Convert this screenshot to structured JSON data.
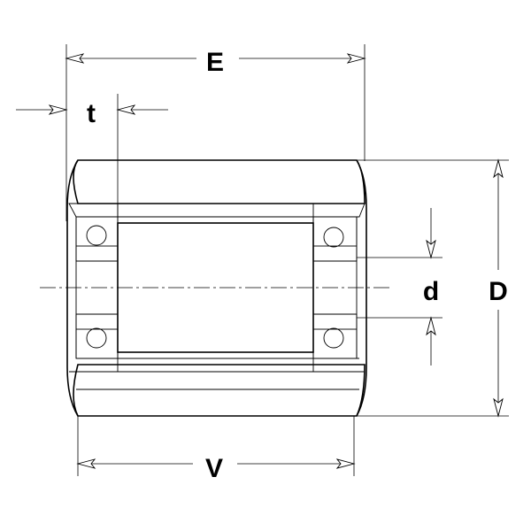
{
  "dimensions": {
    "E": "E",
    "t": "t",
    "d": "d",
    "D": "D",
    "V": "V"
  },
  "colors": {
    "stroke": "#000000",
    "background": "#ffffff"
  }
}
